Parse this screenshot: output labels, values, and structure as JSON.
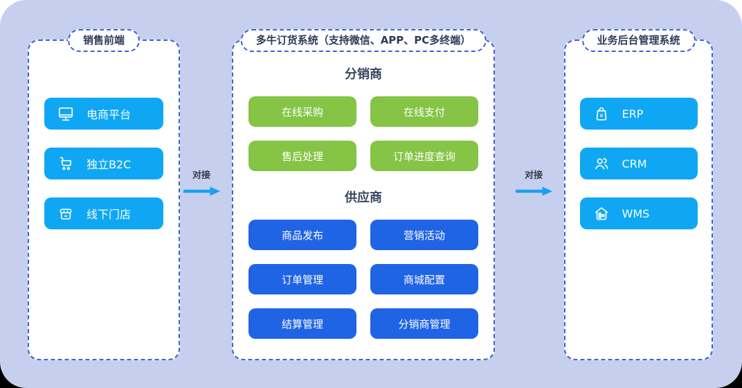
{
  "colors": {
    "canvas_bg": "#c6d0ee",
    "panel_border": "#3e62d2",
    "cyan_chip": "#0fa7f4",
    "green_button": "#85c445",
    "blue_button": "#2064e6",
    "arrow": "#18a0f0",
    "heading_text": "#39465e"
  },
  "panels": {
    "sales_frontend": {
      "title": "销售前端",
      "items": [
        {
          "icon": "monitor-icon",
          "label": "电商平台"
        },
        {
          "icon": "cart-icon",
          "label": "独立B2C"
        },
        {
          "icon": "store-icon",
          "label": "线下门店"
        }
      ]
    },
    "ordering_system": {
      "title": "多牛订货系统（支持微信、APP、PC多终端）",
      "sections": [
        {
          "heading": "分销商",
          "buttons": [
            "在线采购",
            "在线支付",
            "售后处理",
            "订单进度查询"
          ]
        },
        {
          "heading": "供应商",
          "buttons": [
            "商品发布",
            "营销活动",
            "订单管理",
            "商城配置",
            "结算管理",
            "分销商管理"
          ]
        }
      ]
    },
    "backend_management": {
      "title": "业务后台管理系统",
      "items": [
        {
          "icon": "bag-icon",
          "label": "ERP"
        },
        {
          "icon": "users-icon",
          "label": "CRM"
        },
        {
          "icon": "warehouse-icon",
          "label": "WMS"
        }
      ]
    }
  },
  "connectors": [
    {
      "label": "对接"
    },
    {
      "label": "对接"
    }
  ]
}
